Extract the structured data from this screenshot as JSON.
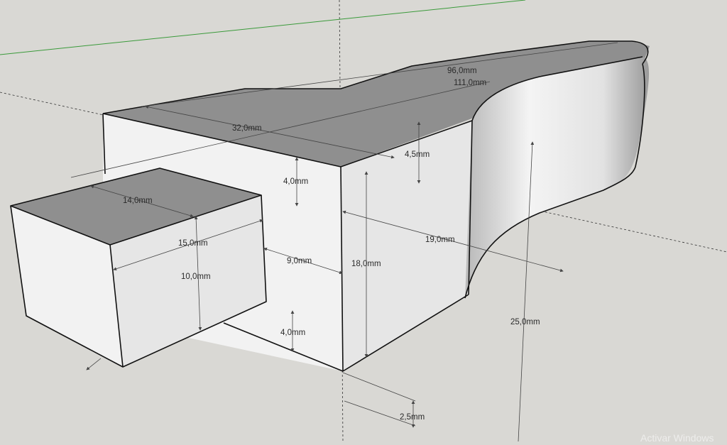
{
  "dimensions": {
    "d96": "96,0mm",
    "d111": "111,0mm",
    "d32": "32,0mm",
    "d4_5": "4,5mm",
    "d4_top": "4,0mm",
    "d14": "14,0mm",
    "d15": "15,0mm",
    "d10": "10,0mm",
    "d9": "9,0mm",
    "d18": "18,0mm",
    "d19": "19,0mm",
    "d4_bottom": "4,0mm",
    "d25": "25,0mm",
    "d2_5": "2,5mm"
  },
  "watermark": "Activar Windows",
  "colors": {
    "background": "#d9d8d4",
    "top_face": "#8f8f8f",
    "front_face": "#f2f2f2",
    "side_face": "#e6e6e6",
    "green_axis": "#3a9a3a"
  }
}
